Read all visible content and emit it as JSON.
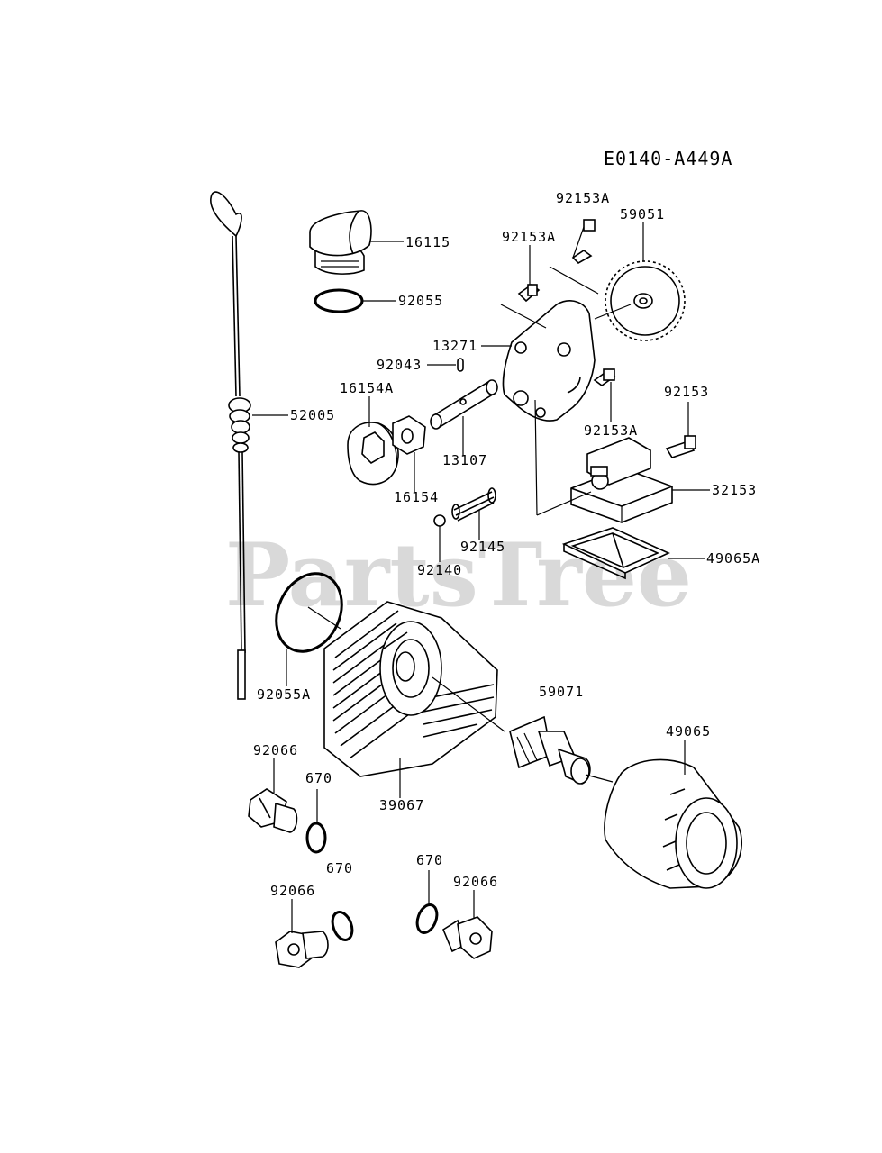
{
  "diagram": {
    "code": "E0140-A449A",
    "watermark": "PartsTree",
    "labels": {
      "p92153A_top": "92153A",
      "p59051": "59051",
      "p92153A_left": "92153A",
      "p16115": "16115",
      "p92055": "92055",
      "p13271": "13271",
      "p92043": "92043",
      "p16154A": "16154A",
      "p52005": "52005",
      "p92153": "92153",
      "p92153A_right": "92153A",
      "p13107": "13107",
      "p32153": "32153",
      "p16154": "16154",
      "p92145": "92145",
      "p92140": "92140",
      "p49065A": "49065A",
      "p92055A": "92055A",
      "p59071": "59071",
      "p49065": "49065",
      "p92066_a": "92066",
      "p670_a": "670",
      "p39067": "39067",
      "p670_b": "670",
      "p670_c": "670",
      "p92066_b": "92066",
      "p92066_c": "92066"
    }
  }
}
